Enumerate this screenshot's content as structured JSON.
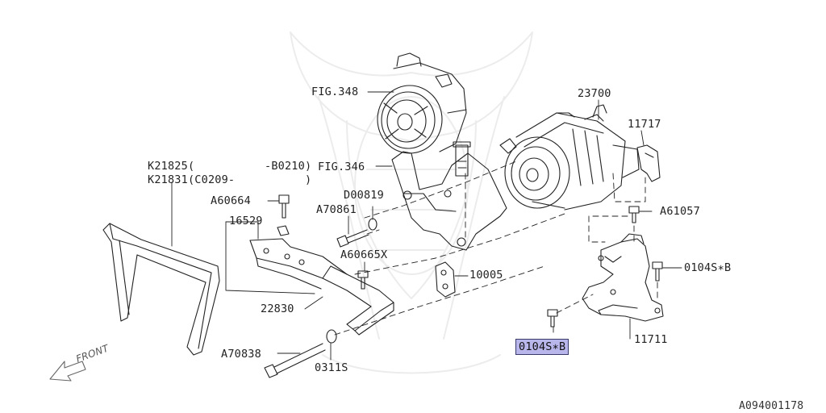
{
  "diagram": {
    "labels": {
      "fig348": "FIG.348",
      "p23700": "23700",
      "p11717": "11717",
      "fig346": "FIG.346",
      "k21825": "K21825(",
      "b0210": "-B0210)",
      "k21831": "K21831(C0209-",
      "k21831_close": ")",
      "a60664": "A60664",
      "d00819": "D00819",
      "a70861": "A70861",
      "p16529": "16529",
      "a61057": "A61057",
      "a60665x": "A60665X",
      "p10005": "10005",
      "bolt0104_right": "0104S∗B",
      "p22830": "22830",
      "bolt0104_hl": "0104S∗B",
      "p11711": "11711",
      "a70838": "A70838",
      "p0311s": "0311S",
      "front": "FRONT",
      "drawing_code": "A094001178"
    }
  }
}
